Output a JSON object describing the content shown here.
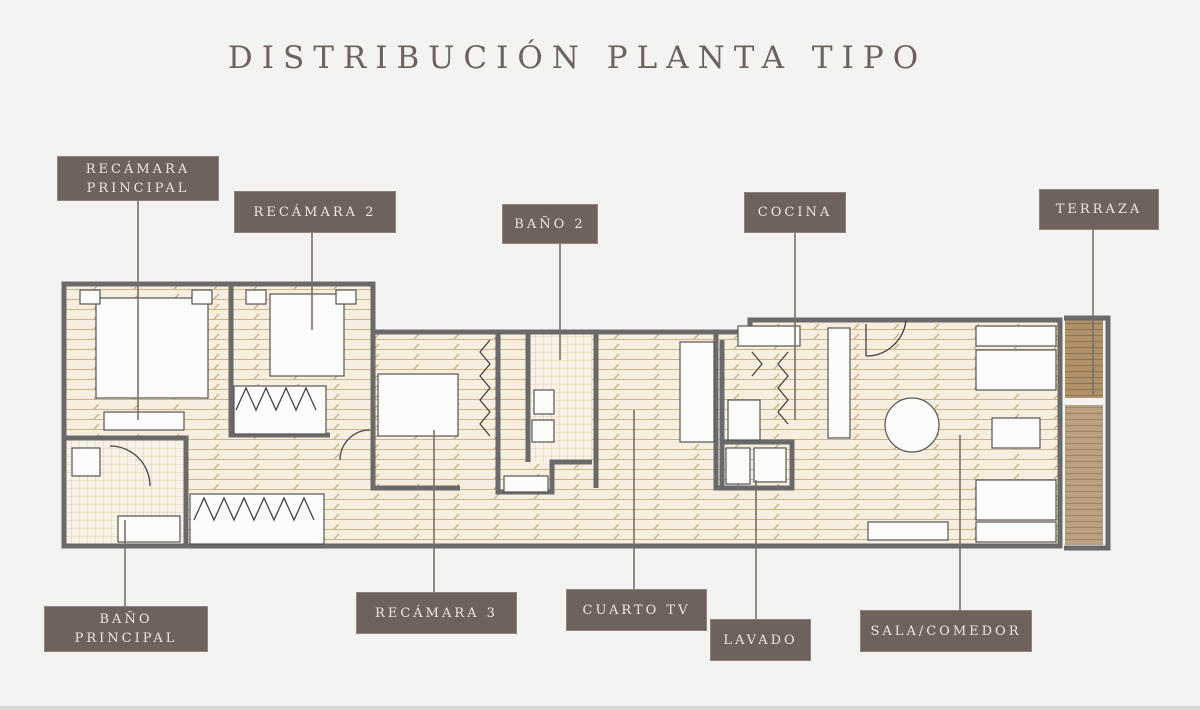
{
  "title": "DISTRIBUCIÓN PLANTA TIPO",
  "labels": {
    "recamara_principal": "RECÁMARA\nPRINCIPAL",
    "recamara_2": "RECÁMARA 2",
    "bano_2": "BAÑO 2",
    "cocina": "COCINA",
    "terraza": "TERRAZA",
    "bano_principal": "BAÑO\nPRINCIPAL",
    "recamara_3": "RECÁMARA 3",
    "cuarto_tv": "CUARTO TV",
    "lavado": "LAVADO",
    "sala_comedor": "SALA/COMEDOR"
  },
  "colors": {
    "label_bg": "#6f625d",
    "wall": "#6b6b6b",
    "floor": "#f4ead8",
    "floor_line": "#c9a877",
    "terrace": "#a88a62"
  }
}
